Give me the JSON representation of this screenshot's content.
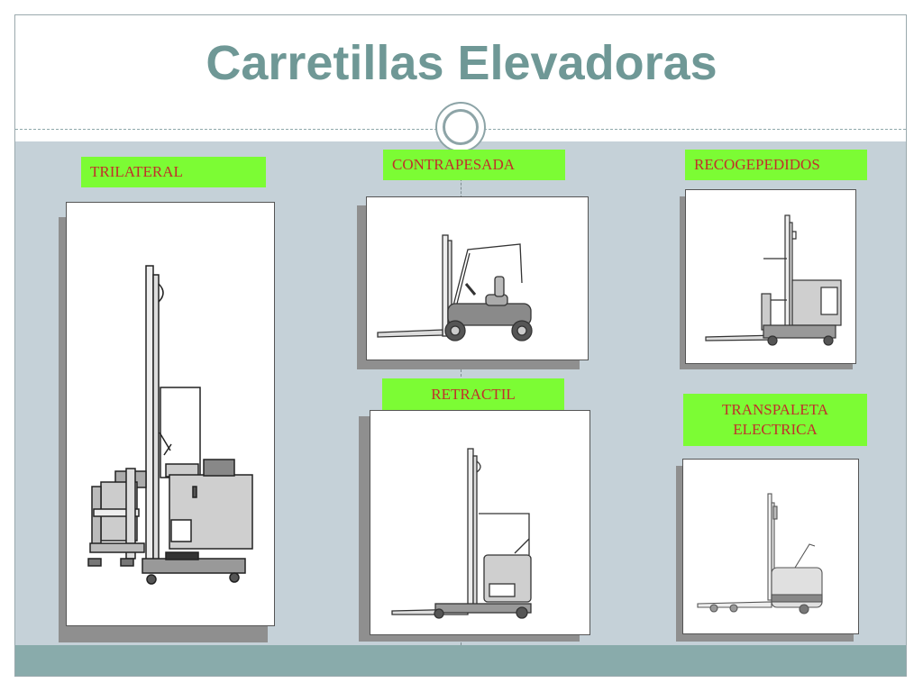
{
  "slide": {
    "title": "Carretillas Elevadoras"
  },
  "labels": {
    "trilateral": "TRILATERAL",
    "contrapesada": "CONTRAPESADA",
    "recogepedidos": "RECOGEPEDIDOS",
    "retractil": "RETRACTIL",
    "transpaleta": "TRANSPALETA ELECTRICA"
  },
  "colors": {
    "title": "#6f9896",
    "label_background": "#7cfc34",
    "label_text": "#c0302a",
    "content_background": "#c5d1d8",
    "footer_background": "#89abab"
  },
  "images": [
    "trilateral-forklift-illustration",
    "counterbalance-forklift-illustration",
    "order-picker-illustration",
    "reach-truck-illustration",
    "electric-pallet-truck-illustration"
  ]
}
